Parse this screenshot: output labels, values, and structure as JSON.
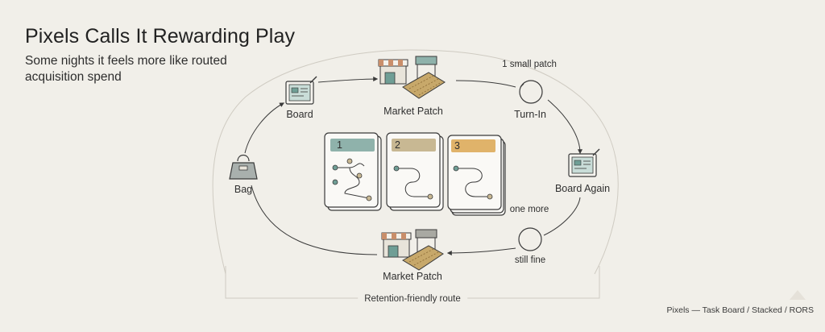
{
  "title": "Pixels Calls It Rewarding Play",
  "subtitle": "Some nights it feels more like routed acquisition spend",
  "nodes": {
    "board": "Board",
    "market_patch_top": "Market Patch",
    "turn_in": "Turn-In",
    "board_again": "Board Again",
    "market_patch_bottom": "Market Patch",
    "bag": "Bag"
  },
  "annotations": {
    "small_patch": "1 small patch",
    "one_more": "one more",
    "still_fine": "still fine"
  },
  "cards": [
    {
      "number": "1",
      "color": "#8fb2ab"
    },
    {
      "number": "2",
      "color": "#c8b893"
    },
    {
      "number": "3",
      "color": "#e0b36a"
    }
  ],
  "route_label": "Retention-friendly route",
  "footer": "Pixels — Task Board / Stacked / RORS",
  "colors": {
    "teal": "#6f9e95",
    "sand": "#c8b893",
    "amber": "#e0b36a",
    "line": "#3a3a3a"
  }
}
